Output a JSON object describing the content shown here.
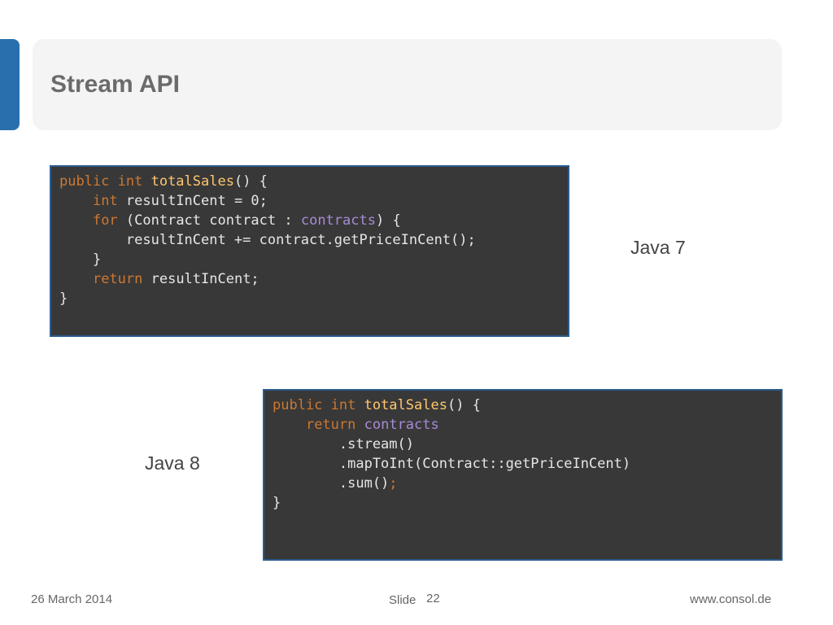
{
  "slide": {
    "title": "Stream API",
    "java7_label": "Java 7",
    "java8_label": "Java 8"
  },
  "code_java7": {
    "l1": {
      "kw": "public int ",
      "fn": "totalSales",
      "rest": "() {"
    },
    "l2": {
      "indent": "    ",
      "kw": "int",
      "rest": " resultInCent = 0;"
    },
    "l3": {
      "indent": "    ",
      "kw": "for",
      "a": " (Contract contract : ",
      "fld": "contracts",
      "b": ") {"
    },
    "l4": {
      "text": "        resultInCent += contract.getPriceInCent();"
    },
    "l5": {
      "text": "    }"
    },
    "l6": {
      "indent": "    ",
      "kw": "return",
      "rest": " resultInCent;"
    },
    "l7": {
      "text": "}"
    }
  },
  "code_java8": {
    "l1": {
      "kw": "public int ",
      "fn": "totalSales",
      "rest": "() {"
    },
    "l2": {
      "indent": "    ",
      "kw": "return",
      "sp": " ",
      "fld": "contracts"
    },
    "l3": {
      "text": "        .stream()"
    },
    "l4": {
      "text": "        .mapToInt(Contract::getPriceInCent)"
    },
    "l5": {
      "a": "        .sum()",
      "kw": ";"
    },
    "l6": {
      "text": "}"
    }
  },
  "footer": {
    "date": "26 March 2014",
    "slide_label": "Slide",
    "slide_number": "22",
    "url": "www.consol.de"
  },
  "colors": {
    "accent": "#2a6fad",
    "code_background": "#383838",
    "code_border": "#2a5d8f",
    "keyword": "#cc7832",
    "method_name": "#ffc66d",
    "field": "#a78bd6"
  }
}
